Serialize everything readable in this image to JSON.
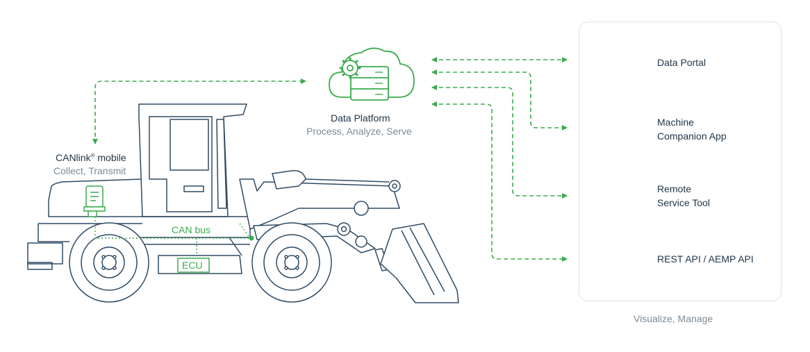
{
  "colors": {
    "outline": "#2e4a63",
    "accent_green": "#3aab4d",
    "panel_border": "#dde3ea",
    "muted_text": "#7c8a96",
    "dark_text": "#1e3447"
  },
  "platform": {
    "title": "Data Platform",
    "subtitle": "Process, Analyze, Serve",
    "icon": "cloud-server-gear-icon"
  },
  "device": {
    "title": "CANlink",
    "trademark": "®",
    "title_suffix": " mobile",
    "subtitle": "Collect, Transmit",
    "icon": "telematics-device-icon"
  },
  "vehicle": {
    "icon": "wheel-loader-icon",
    "can_bus_label": "CAN bus",
    "ecu_label": "ECU"
  },
  "services_panel": {
    "caption": "Visualize, Manage",
    "items": [
      {
        "line1": "Data Portal",
        "line2": "",
        "icon": "monitor-cloud-icon"
      },
      {
        "line1": "Machine",
        "line2": "Companion App",
        "icon": "smartphone-chart-icon"
      },
      {
        "line1": "Remote",
        "line2": "Service Tool",
        "icon": "dashboard-window-icon"
      },
      {
        "line1": "REST API / AEMP API",
        "line2": "",
        "icon": "sliders-icon"
      }
    ]
  }
}
